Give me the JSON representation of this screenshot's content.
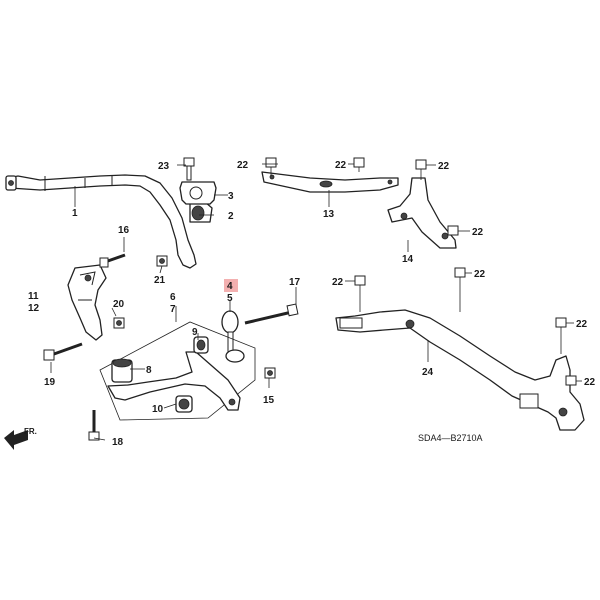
{
  "diagram_code": "SDA4—B2710A",
  "direction_label": "FR.",
  "highlight_color": "#f3b0b0",
  "callouts": {
    "c1": "1",
    "c2": "2",
    "c3": "3",
    "c4": "4",
    "c5": "5",
    "c6": "6",
    "c7": "7",
    "c8": "8",
    "c9": "9",
    "c10": "10",
    "c11": "11",
    "c12": "12",
    "c13": "13",
    "c14": "14",
    "c15": "15",
    "c16": "16",
    "c17": "17",
    "c18": "18",
    "c19": "19",
    "c20": "20",
    "c21": "21",
    "c22": "22",
    "c23": "23",
    "c24": "24"
  }
}
